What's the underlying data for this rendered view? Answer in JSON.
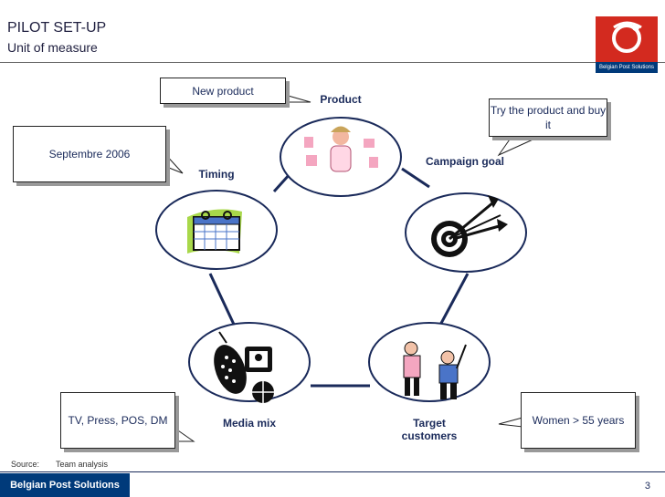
{
  "header": {
    "title": "PILOT SET-UP",
    "subtitle": "Unit of measure"
  },
  "logo": {
    "caption": "Belgian Post Solutions"
  },
  "nodes": {
    "product": "Product",
    "campaign_goal": "Campaign goal",
    "target_customers": "Target customers",
    "media_mix": "Media mix",
    "timing": "Timing"
  },
  "callouts": {
    "product": "New product",
    "campaign_goal": "Try the product and buy it",
    "target_customers": "Women > 55 years",
    "media_mix": "TV, Press, POS, DM",
    "timing": "Septembre 2006"
  },
  "footer": {
    "source_label": "Source:",
    "source_value": "Team analysis",
    "brand": "Belgian Post Solutions",
    "page": "3"
  },
  "colors": {
    "accent": "#003a7a",
    "logo_red": "#d32a1f",
    "edge": "#1a2a5a"
  },
  "icons": {
    "product": "woman-portrait-icon",
    "campaign_goal": "target-arrows-icon",
    "target_customers": "business-people-icon",
    "media_mix": "media-devices-icon",
    "timing": "calendar-icon"
  }
}
